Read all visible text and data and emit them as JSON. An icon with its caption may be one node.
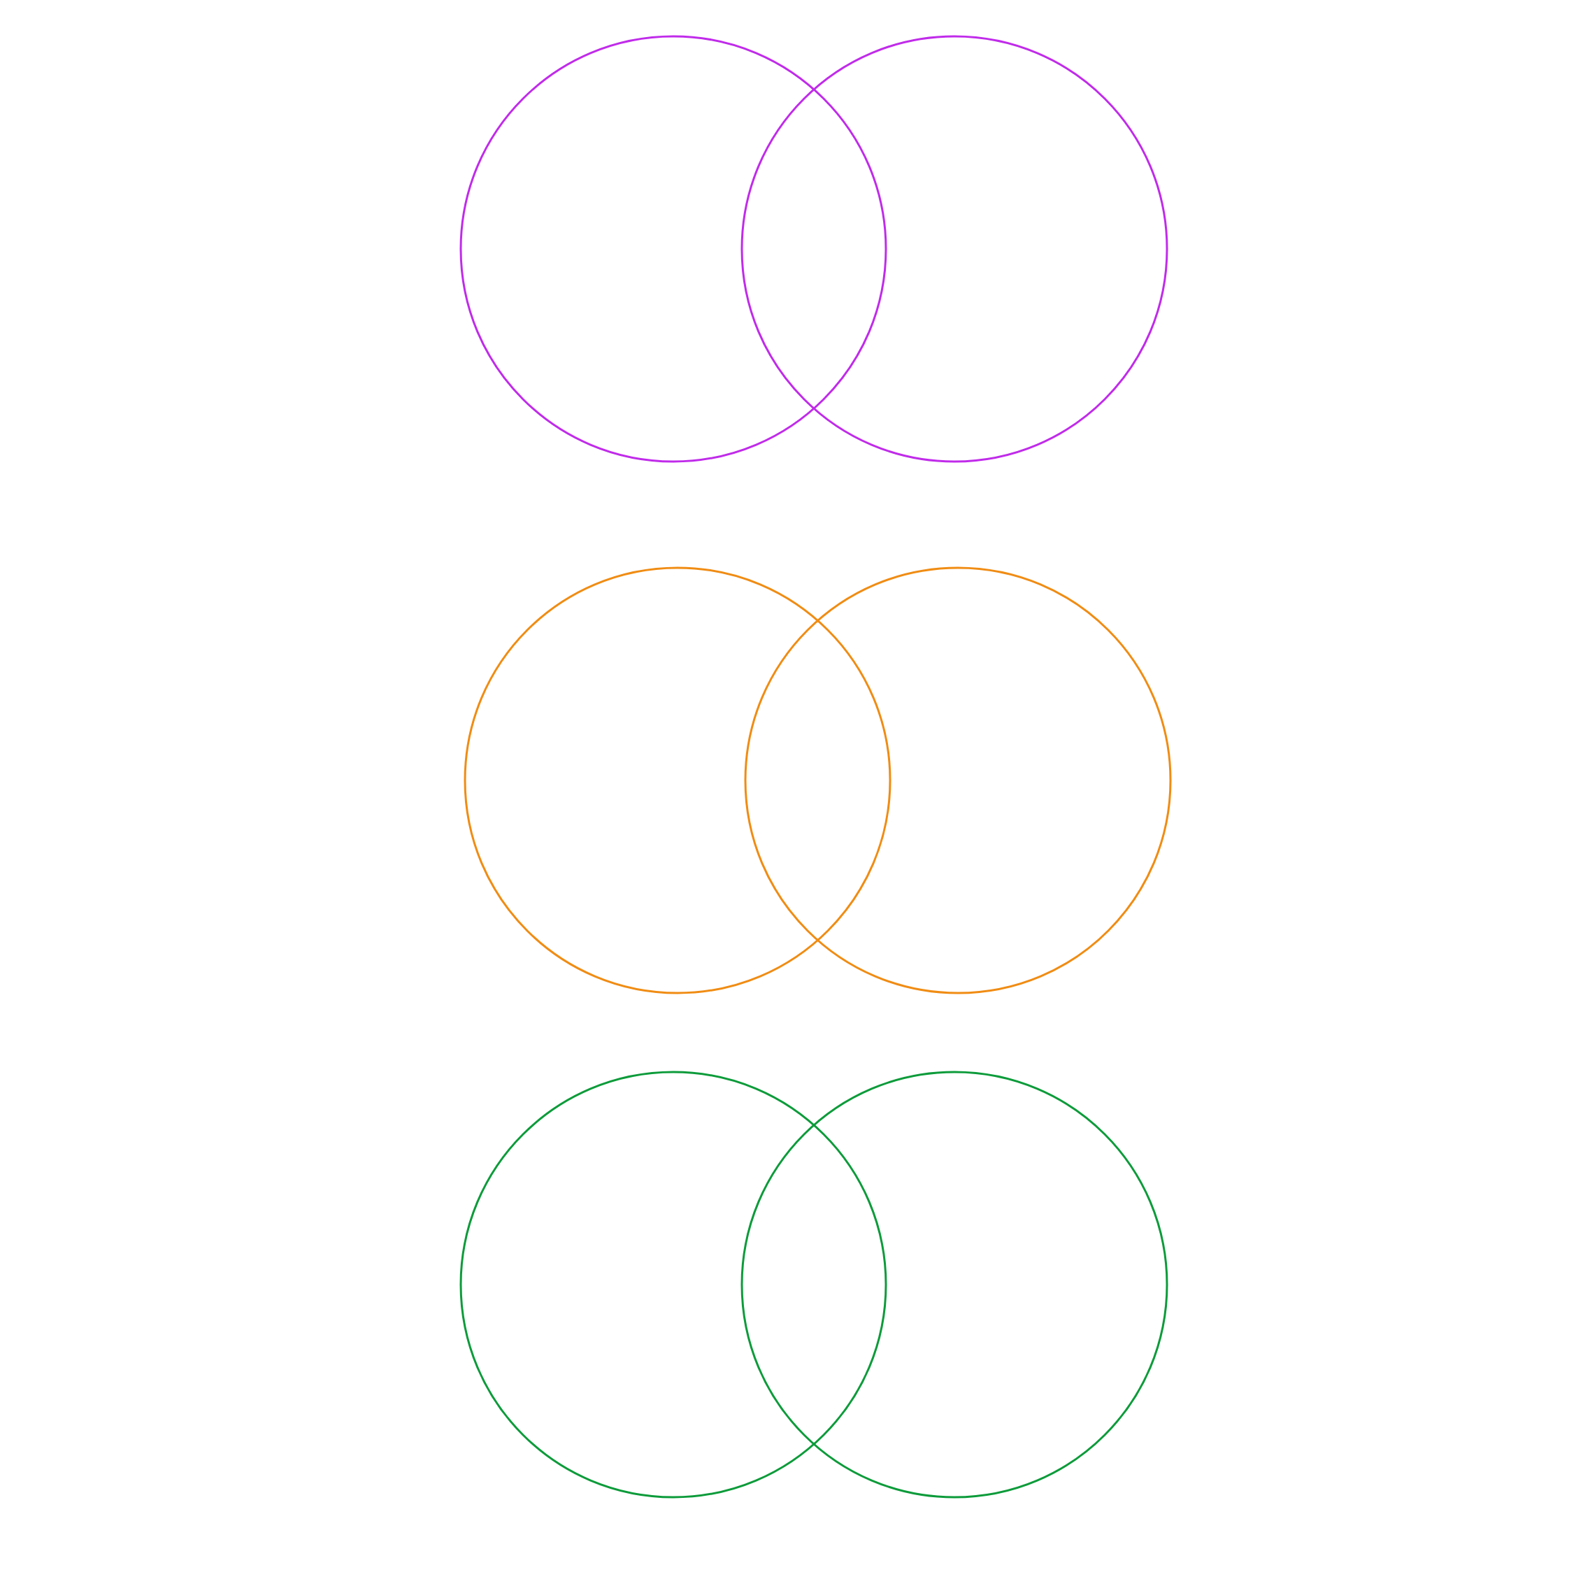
{
  "diagram": {
    "nodes": [
      {
        "text": [],
        "shape": "circle"
      },
      {
        "text": [],
        "shape": "circle"
      },
      {
        "text": [],
        "shape": "circle"
      },
      {
        "text": [],
        "shape": "circle"
      },
      {
        "text": [],
        "shape": "circle"
      },
      {
        "text": [],
        "shape": "circle"
      }
    ]
  }
}
